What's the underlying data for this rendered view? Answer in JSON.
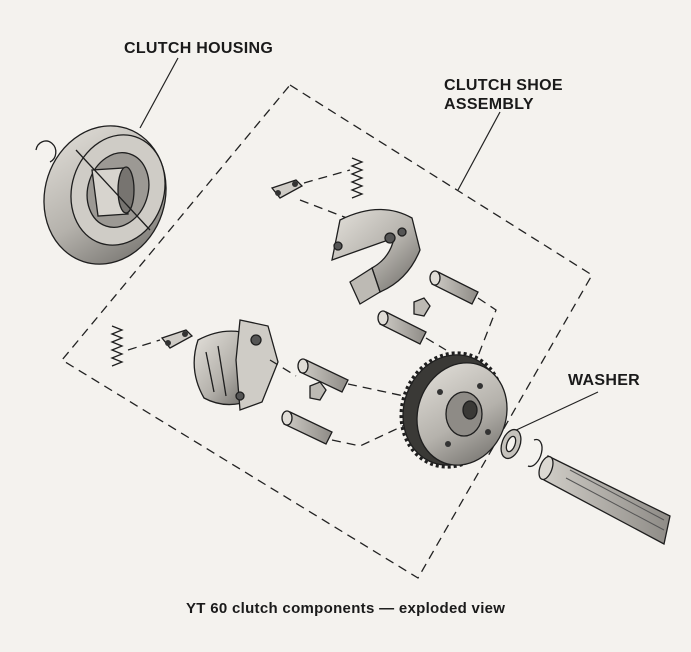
{
  "labels": {
    "clutch_housing": "CLUTCH HOUSING",
    "clutch_shoe_assembly_line1": "CLUTCH SHOE",
    "clutch_shoe_assembly_line2": "ASSEMBLY",
    "washer": "WASHER"
  },
  "caption": "YT 60 clutch components — exploded view",
  "colors": {
    "ink": "#1e1e1e",
    "metal_light": "#d9d6d0",
    "metal_mid": "#a9a6a0",
    "metal_dark": "#5c5a56",
    "paper": "#f4f2ee"
  }
}
